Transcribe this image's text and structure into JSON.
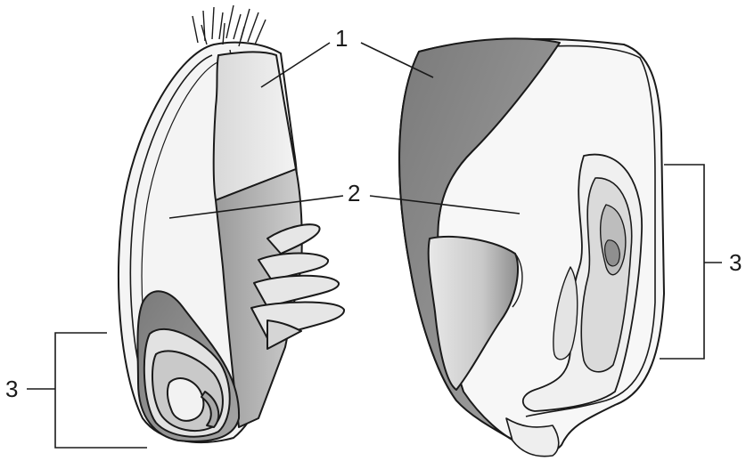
{
  "labels": {
    "one": "1",
    "two": "2",
    "three_left": "3",
    "three_right": "3"
  },
  "colors": {
    "ink": "#1a1a1a",
    "pale": "#e9e9e9",
    "light": "#cfcfcf",
    "mid": "#a9a9a9",
    "dark": "#8c8c8c"
  }
}
